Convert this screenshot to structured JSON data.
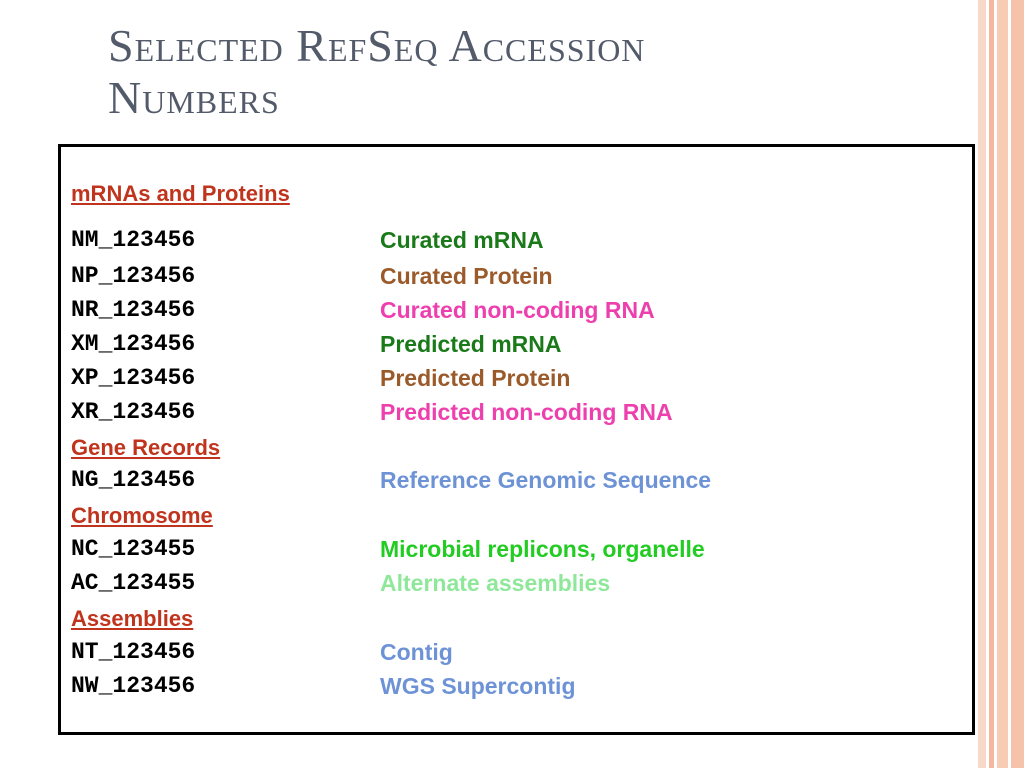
{
  "slide": {
    "title_line1": "Selected RefSeq Accession",
    "title_line2": "Numbers"
  },
  "sections": {
    "mrnas_proteins": "mRNAs and Proteins",
    "gene_records": "Gene Records",
    "chromosome": "Chromosome",
    "assemblies": "Assemblies"
  },
  "rows": [
    {
      "code": "NM_123456",
      "desc": "Curated mRNA",
      "color": "#1a7a1a"
    },
    {
      "code": "NP_123456",
      "desc": "Curated Protein",
      "color": "#9a5a2a"
    },
    {
      "code": "NR_123456",
      "desc": "Curated non-coding RNA",
      "color": "#ee3fae"
    },
    {
      "code": "XM_123456",
      "desc": "Predicted mRNA",
      "color": "#1a7a1a"
    },
    {
      "code": "XP_123456",
      "desc": "Predicted Protein",
      "color": "#9a5a2a"
    },
    {
      "code": "XR_123456",
      "desc": "Predicted non-coding RNA",
      "color": "#ee3fae"
    },
    {
      "code": "NG_123456",
      "desc": "Reference Genomic Sequence",
      "color": "#6d93d6"
    },
    {
      "code": "NC_123455",
      "desc": "Microbial replicons, organelle",
      "color": "#22cc22"
    },
    {
      "code": "AC_123455",
      "desc": "Alternate assemblies",
      "color": "#8fe89a"
    },
    {
      "code": "NT_123456",
      "desc": "Contig",
      "color": "#6d93d6"
    },
    {
      "code": "NW_123456",
      "desc": "WGS Supercontig",
      "color": "#6d93d6"
    }
  ]
}
